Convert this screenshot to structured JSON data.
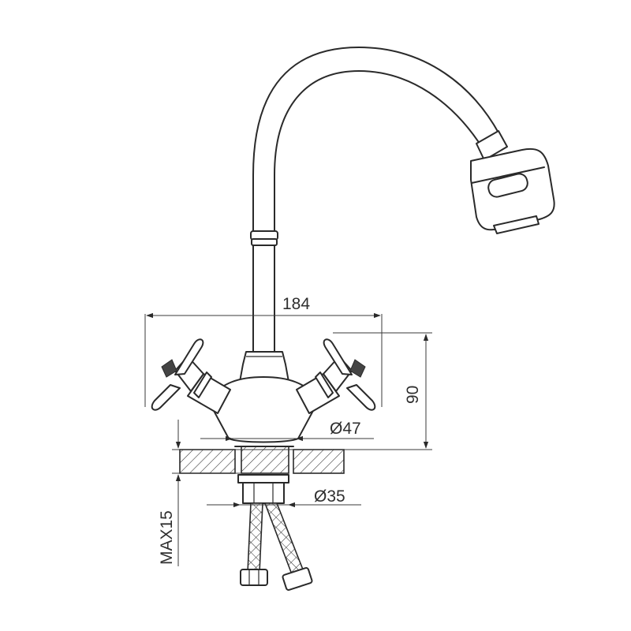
{
  "dimensions": {
    "width_total": "184",
    "height_body": "90",
    "diameter_base": "Ø47",
    "diameter_mount": "Ø35",
    "max_thickness": "MAX15"
  },
  "colors": {
    "line": "#2a2a2a",
    "background": "#ffffff"
  }
}
